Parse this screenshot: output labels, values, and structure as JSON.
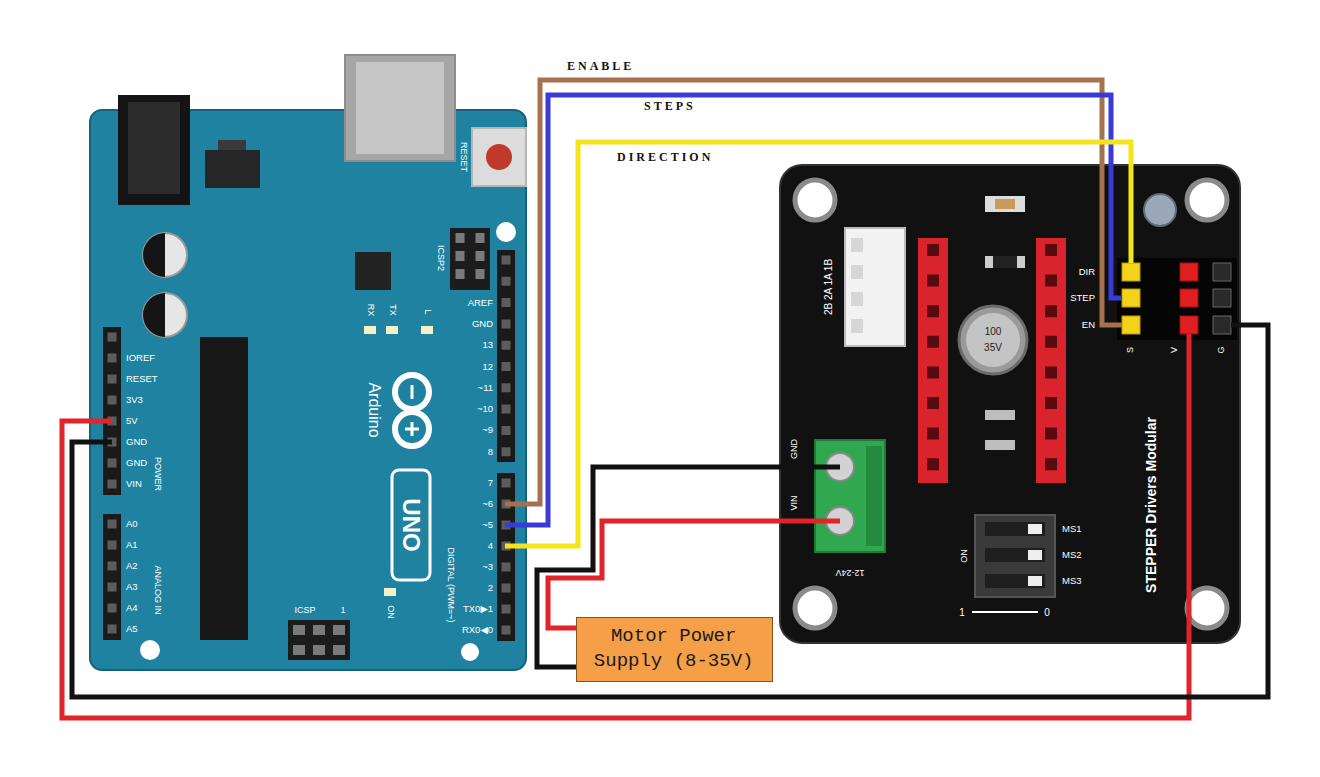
{
  "diagram": {
    "nodes": [
      {
        "text": [
          "Arduino",
          "UNO"
        ]
      },
      {
        "text": [
          "STEPPER Drivers Modular"
        ]
      },
      {
        "text": [
          "Motor Power Supply (8-35V)"
        ]
      }
    ],
    "edges": [
      {
        "from": 0,
        "to": 1,
        "arrow": "none",
        "label": "ENABLE"
      },
      {
        "from": 0,
        "to": 1,
        "arrow": "none",
        "label": "STEPS"
      },
      {
        "from": 0,
        "to": 1,
        "arrow": "none",
        "label": "DIRECTION"
      },
      {
        "from": 0,
        "to": 1,
        "arrow": "none"
      },
      {
        "from": 0,
        "to": 1,
        "arrow": "none"
      },
      {
        "from": 2,
        "to": 1,
        "arrow": "none"
      },
      {
        "from": 2,
        "to": 1,
        "arrow": "none"
      }
    ],
    "labels": [
      "RESET",
      "ICSP2",
      "AREF",
      "GND",
      "13",
      "12",
      "~11",
      "~10",
      "~9",
      "8",
      "RX",
      "TX",
      "L",
      "IOREF",
      "RESET",
      "3V3",
      "5V",
      "GND",
      "GND",
      "VIN",
      "POWER",
      "7",
      "~6",
      "~5",
      "4",
      "~3",
      "2",
      "TX0▶1",
      "RX0◀0",
      "DIGITAL (PWM=~)",
      "A0",
      "A1",
      "A2",
      "A3",
      "A4",
      "A5",
      "ANALOG IN",
      "ON",
      "ICSP",
      "1",
      "2B 2A 1A 1B",
      "100",
      "35V",
      "DIR",
      "STEP",
      "EN",
      "S",
      "V",
      "G",
      "GND",
      "VIN",
      "12-24V",
      "ON",
      "MS1",
      "MS2",
      "MS3",
      "1",
      "0"
    ]
  }
}
